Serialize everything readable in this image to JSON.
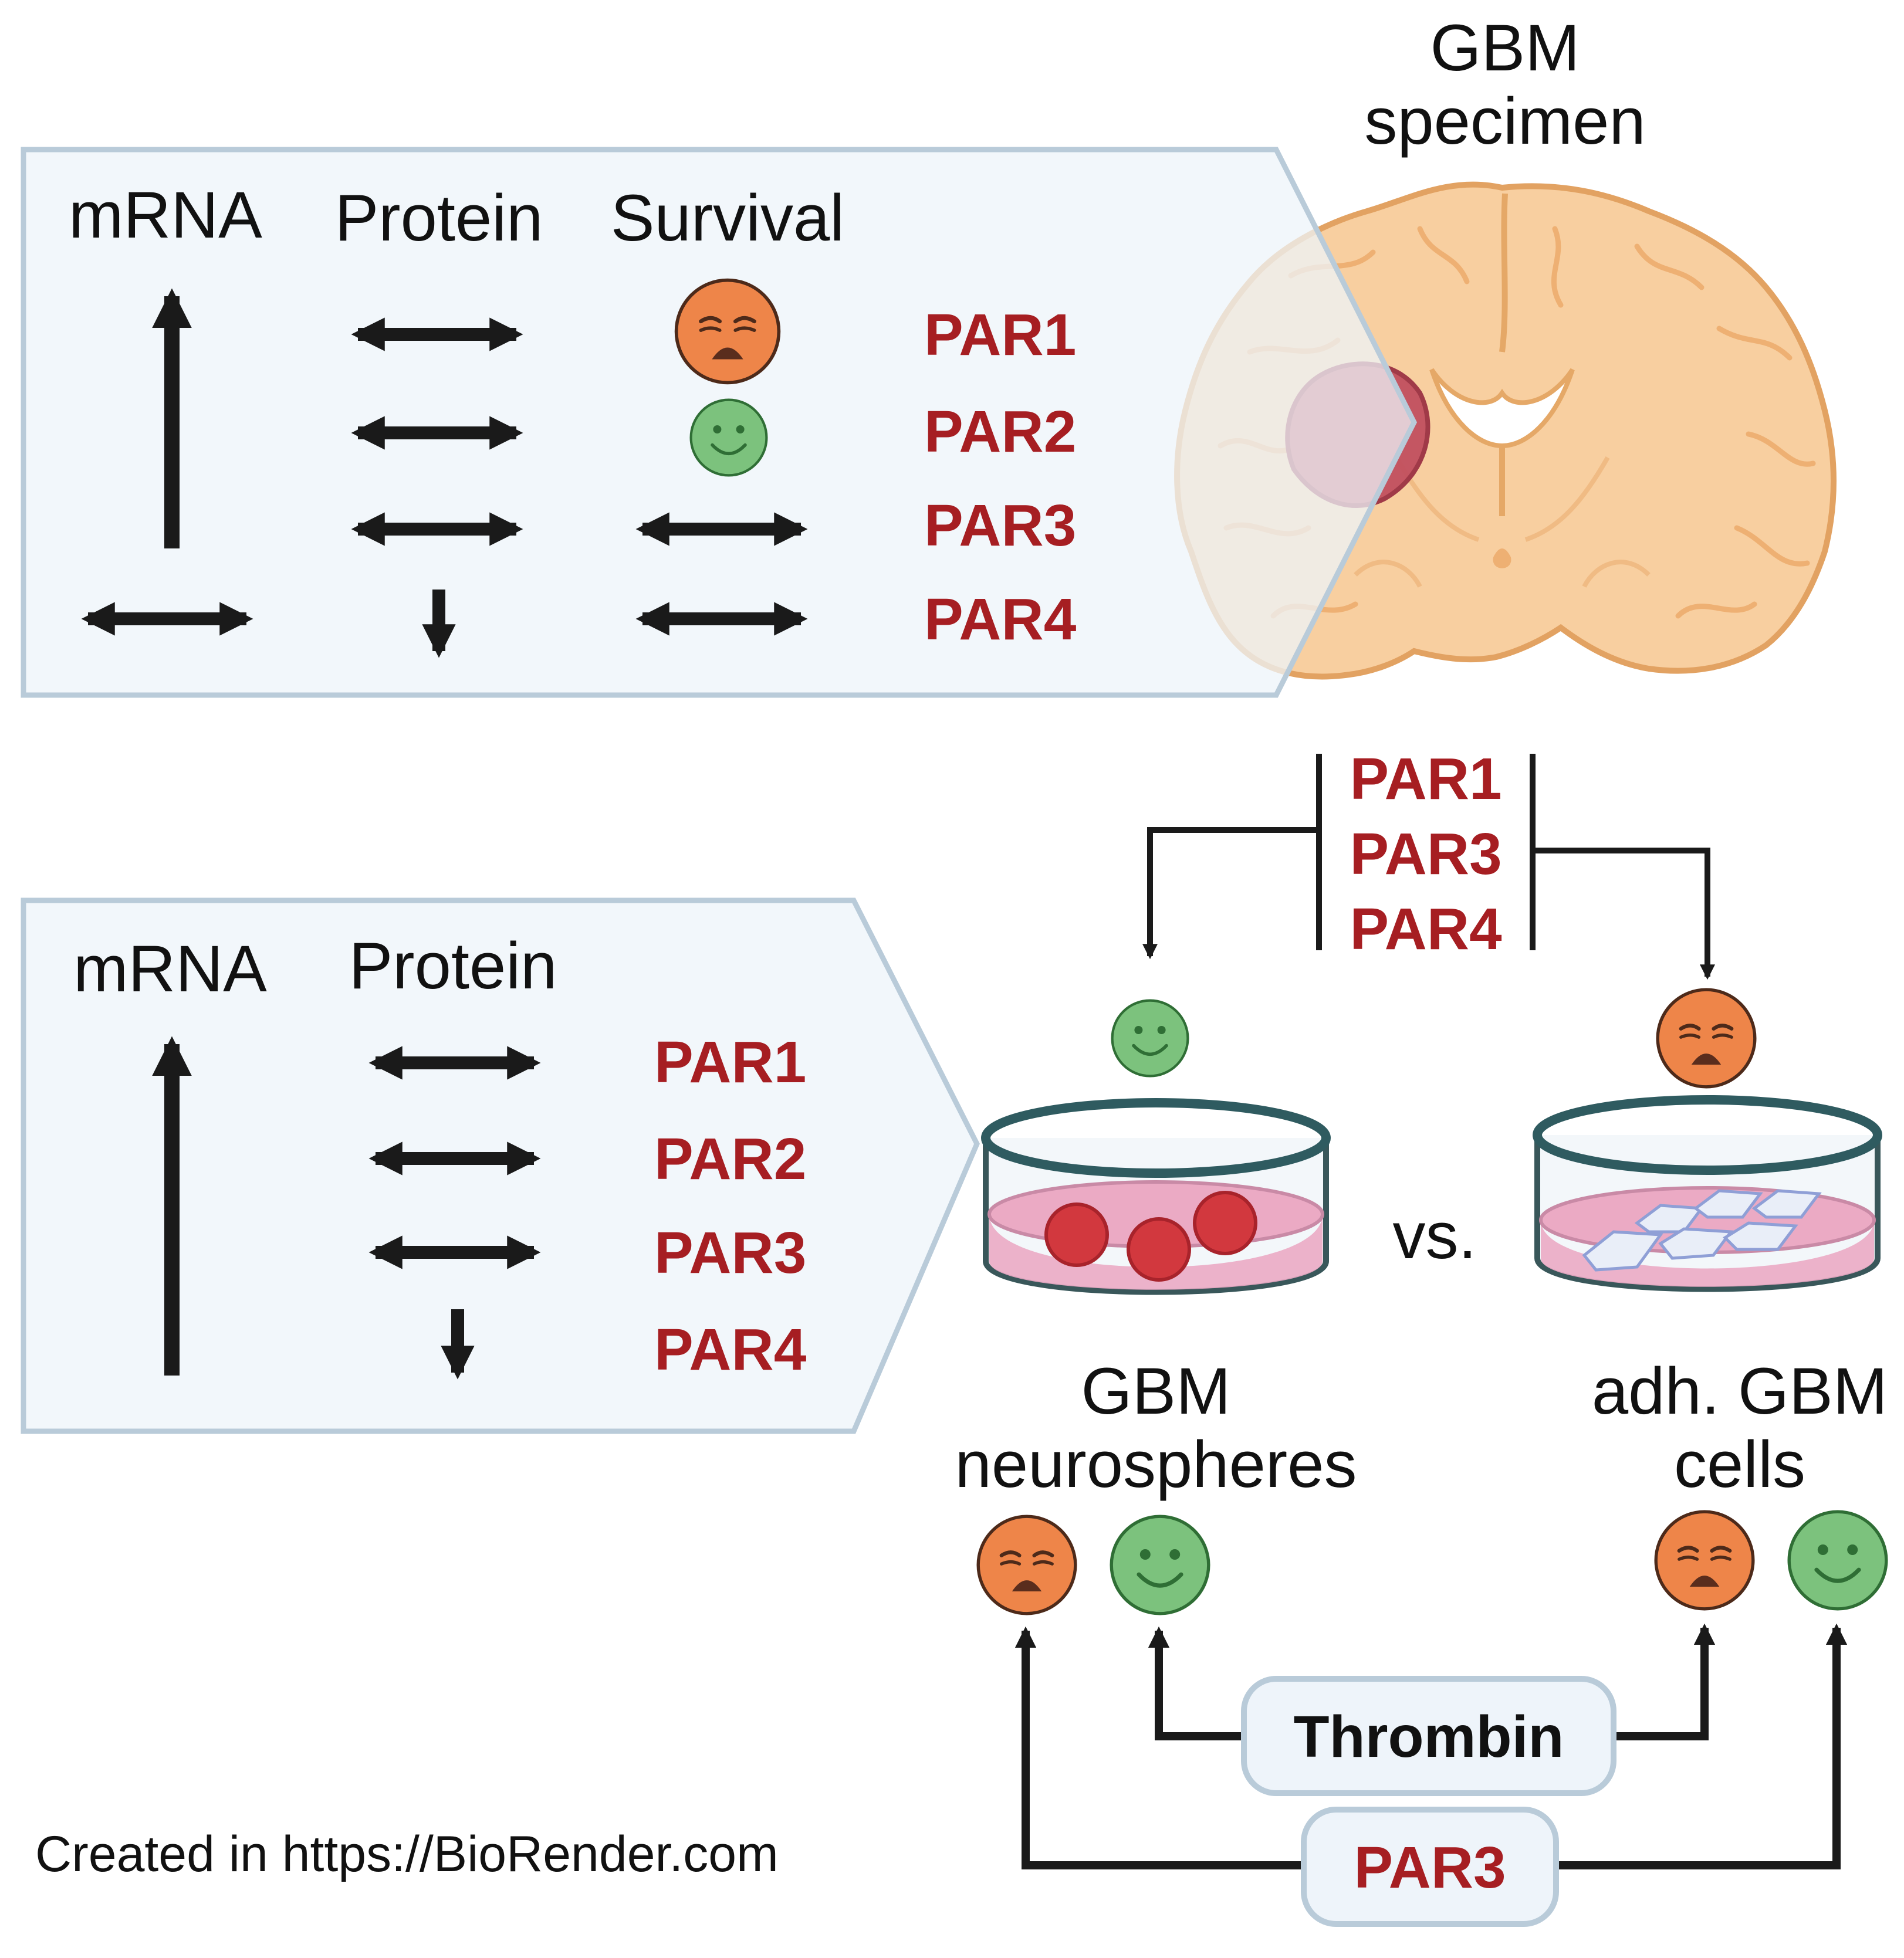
{
  "specimen": {
    "label_line1": "GBM",
    "label_line2": "specimen"
  },
  "top_panel": {
    "headers": {
      "mrna": "mRNA",
      "protein": "Protein",
      "survival": "Survival"
    },
    "rows": [
      {
        "receptor": "PAR1",
        "mrna": "up",
        "protein": "unchanged",
        "survival": "sad-face-icon"
      },
      {
        "receptor": "PAR2",
        "mrna": "up",
        "protein": "unchanged",
        "survival": "happy-face-icon"
      },
      {
        "receptor": "PAR3",
        "mrna": "up",
        "protein": "unchanged",
        "survival": "unchanged"
      },
      {
        "receptor": "PAR4",
        "mrna": "unchanged",
        "protein": "down",
        "survival": "unchanged"
      }
    ]
  },
  "bottom_panel": {
    "headers": {
      "mrna": "mRNA",
      "protein": "Protein"
    },
    "rows": [
      {
        "receptor": "PAR1",
        "mrna": "up",
        "protein": "unchanged"
      },
      {
        "receptor": "PAR2",
        "mrna": "up",
        "protein": "unchanged"
      },
      {
        "receptor": "PAR3",
        "mrna": "up",
        "protein": "unchanged"
      },
      {
        "receptor": "PAR4",
        "mrna": "up",
        "protein": "down"
      }
    ]
  },
  "split": {
    "receptors": [
      "PAR1",
      "PAR3",
      "PAR4"
    ]
  },
  "cultures": {
    "left": {
      "label_line1": "GBM",
      "label_line2": "neurospheres",
      "top_face": "happy-face-icon"
    },
    "vs": "vs.",
    "right": {
      "label_line1": "adh. GBM",
      "label_line2": "cells",
      "top_face": "sad-face-icon"
    }
  },
  "treatments": {
    "thrombin": "Thrombin",
    "par3": "PAR3"
  },
  "credit": "Created in https://BioRender.com",
  "colors": {
    "panel_fill": "#eef4fa",
    "panel_stroke": "#b9cbd9",
    "par_text": "#a61e22",
    "sad_face": "#ee8549",
    "happy_face": "#7cc27d",
    "brain": "#f8cfa0",
    "tumor": "#c2505f",
    "dish_media": "#ebaac4",
    "neurosphere": "#d2383e"
  }
}
